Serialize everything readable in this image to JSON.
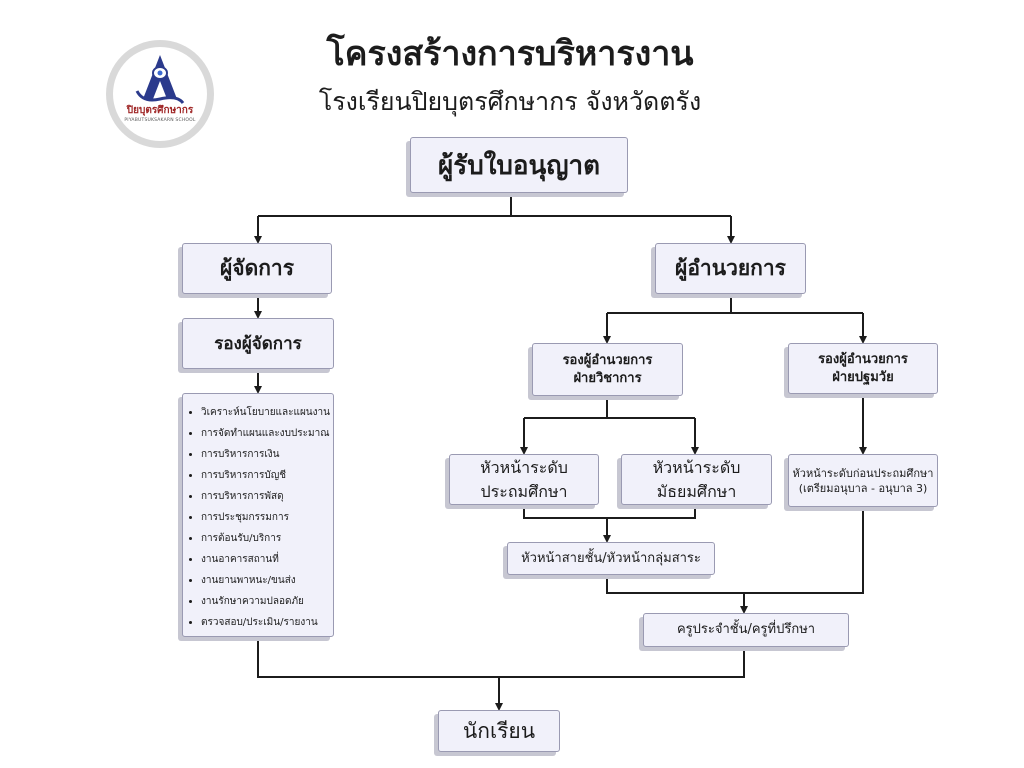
{
  "header": {
    "title": "โครงสร้างการบริหารงาน",
    "subtitle": "โรงเรียนปิยบุตรศึกษากร จังหวัดตรัง"
  },
  "logo": {
    "name_th": "ปิยบุตรศึกษากร",
    "name_en": "PIYABUTSUKSAKARN SCHOOL",
    "colors": {
      "primary": "#2b3a8c",
      "accent": "#a02828"
    }
  },
  "nodes": {
    "licensee": "ผู้รับใบอนุญาต",
    "manager": "ผู้จัดการ",
    "deputy_manager": "รองผู้จัดการ",
    "director": "ผู้อำนวยการ",
    "deputy_academic": {
      "line1": "รองผู้อำนวยการ",
      "line2": "ฝ่ายวิชาการ"
    },
    "deputy_early": {
      "line1": "รองผู้อำนวยการ",
      "line2": "ฝ่ายปฐมวัย"
    },
    "head_primary": {
      "line1": "หัวหน้าระดับ",
      "line2": "ประถมศึกษา"
    },
    "head_secondary": {
      "line1": "หัวหน้าระดับ",
      "line2": "มัธยมศึกษา"
    },
    "head_preschool": {
      "line1": "หัวหน้าระดับก่อนประถมศึกษา",
      "line2": "(เตรียมอนุบาล - อนุบาล 3)"
    },
    "grade_heads": "หัวหน้าสายชั้น/หัวหน้ากลุ่มสาระ",
    "teachers": "ครูประจำชั้น/ครูที่ปรึกษา",
    "students": "นักเรียน"
  },
  "tasks": [
    "วิเคราะห์นโยบายและแผนงาน",
    "การจัดทำแผนและงบประมาณ",
    "การบริหารการเงิน",
    "การบริหารการบัญชี",
    "การบริหารการพัสดุ",
    "การประชุมกรรมการ",
    "การต้อนรับ/บริการ",
    "งานอาคารสถานที่",
    "งานยานพาหนะ/ขนส่ง",
    "งานรักษาความปลอดภัย",
    "ตรวจสอบ/ประเมิน/รายงาน"
  ],
  "colors": {
    "box_fill": "#f1f1fa",
    "box_border": "#9a9ab2",
    "connector": "#1c1c1c"
  }
}
